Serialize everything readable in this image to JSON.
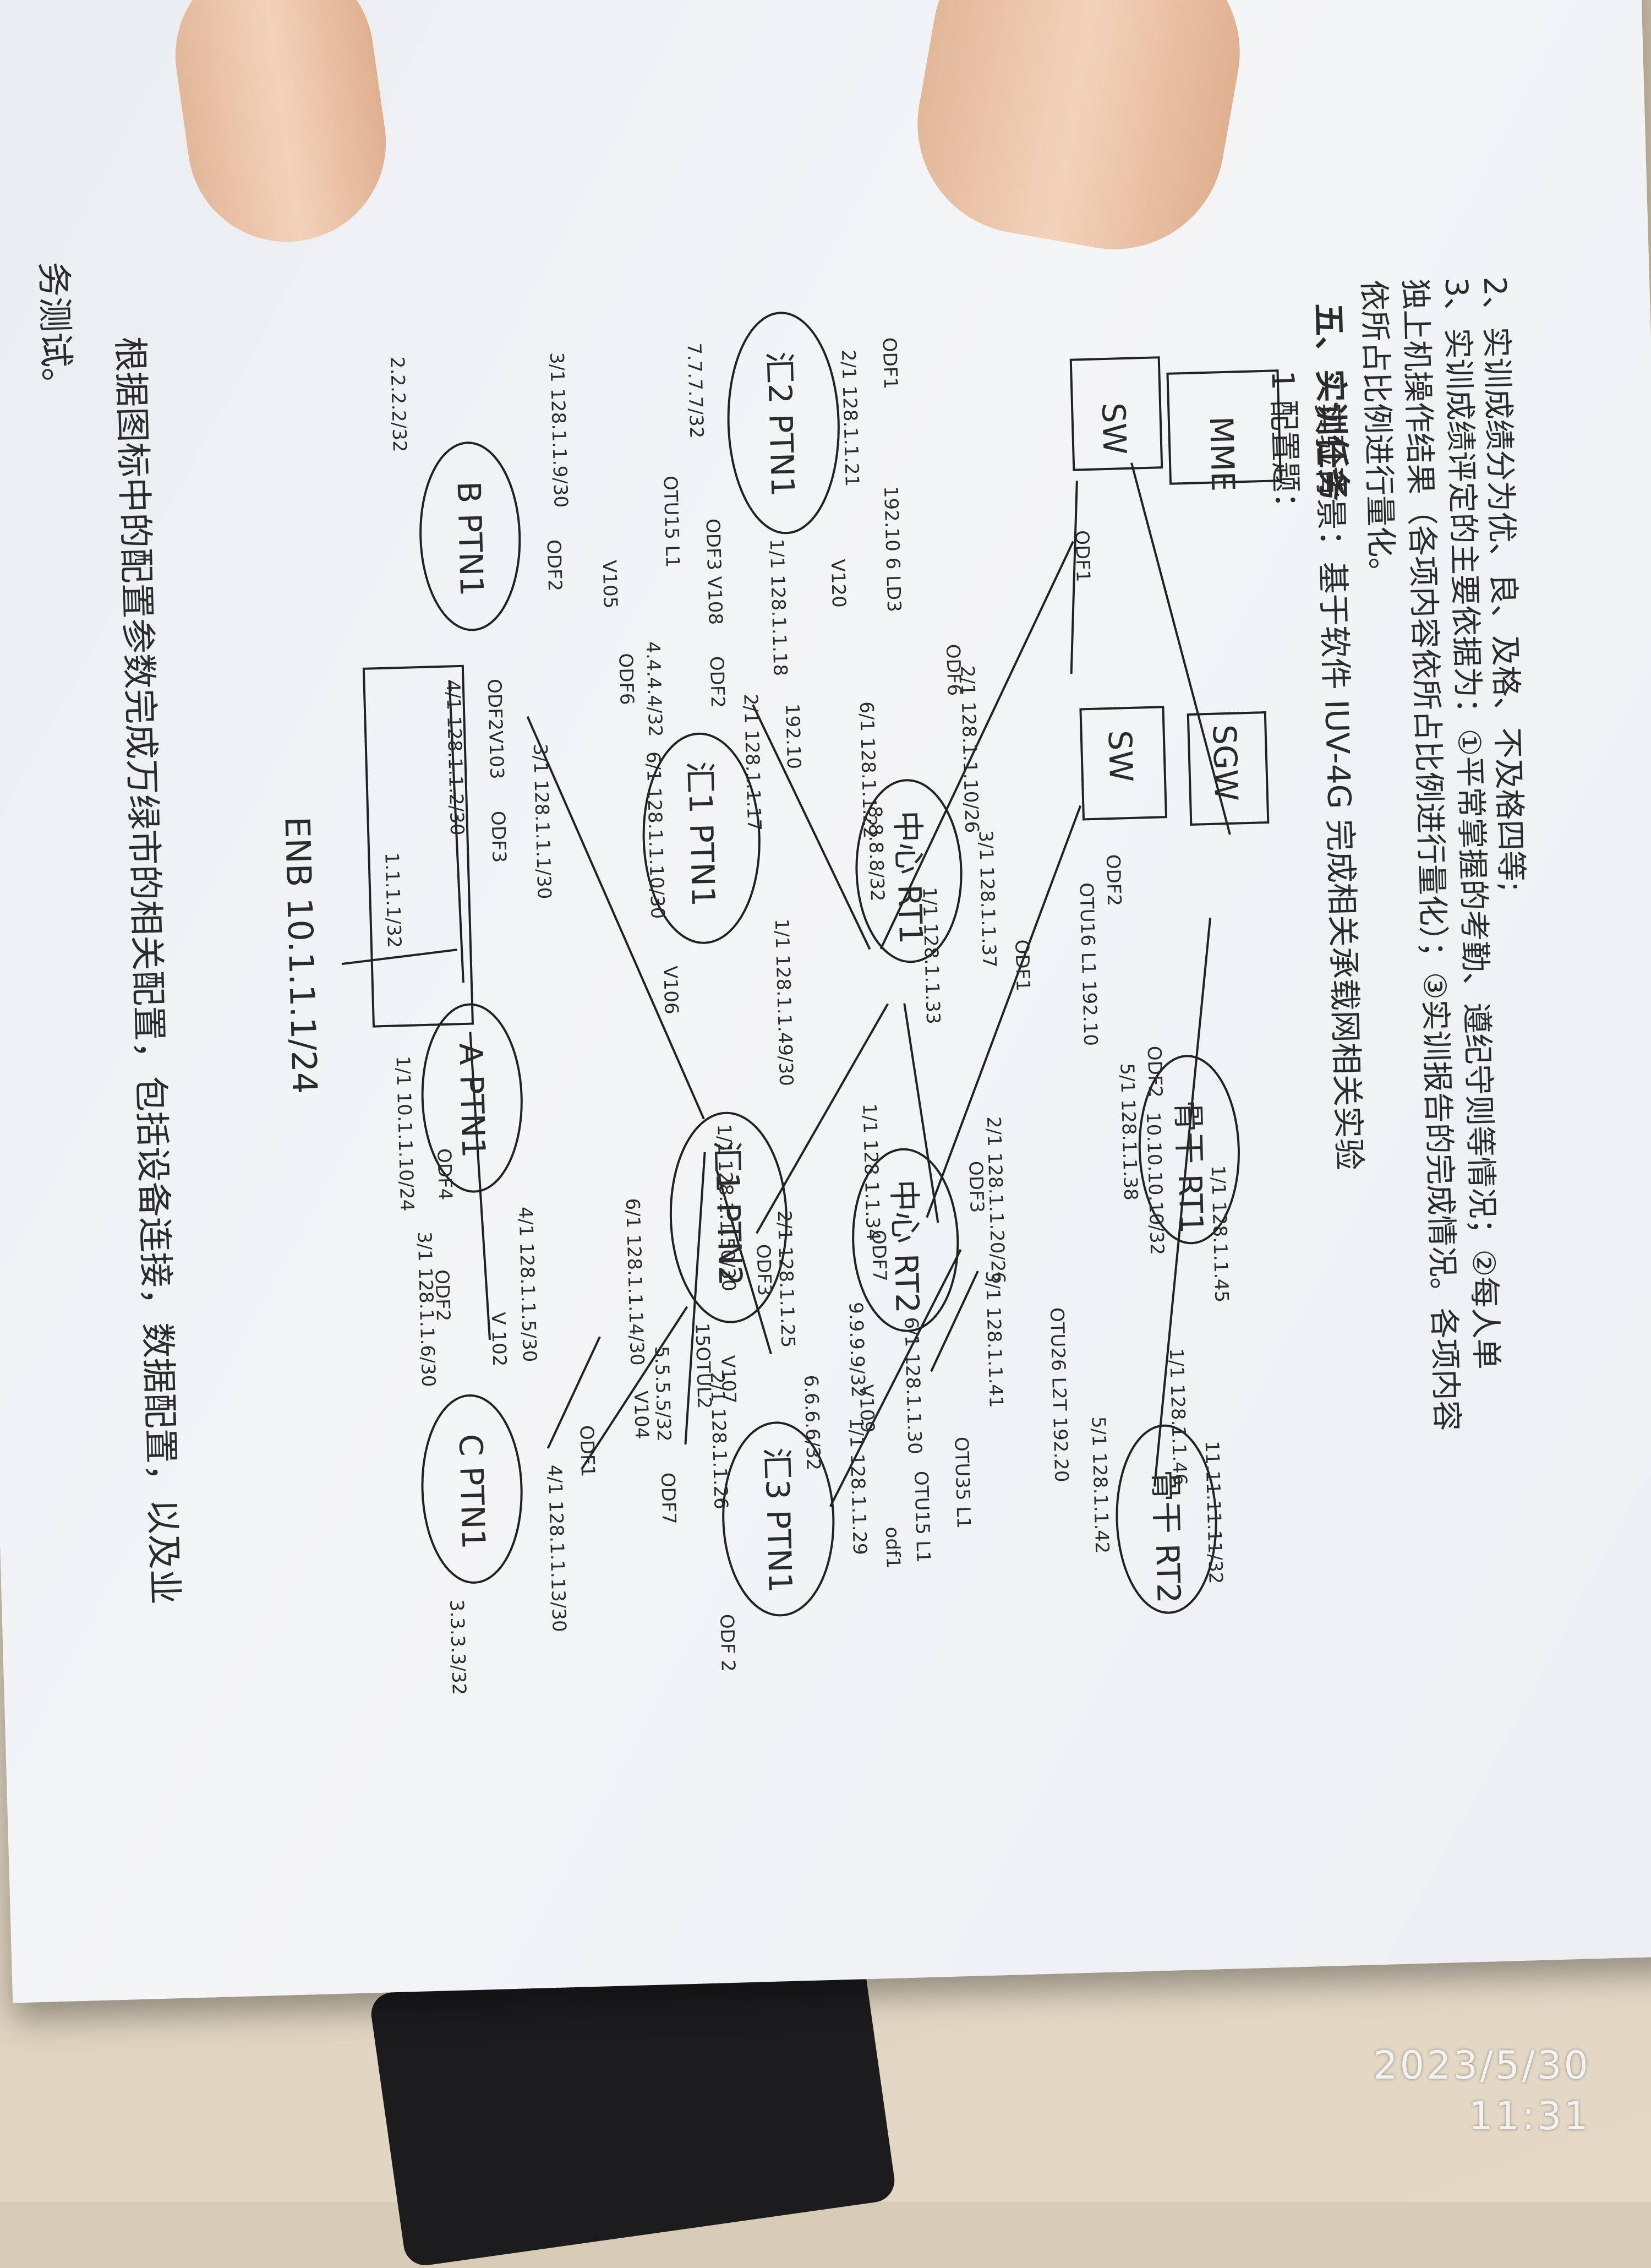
{
  "document": {
    "intro_line_2": "2、实训成绩分为优、良、及格、不及格四等;",
    "intro_line_3a": "3、实训成绩评定的主要依据为：①平常掌握的考勤、遵纪守则等情况；②每人单",
    "intro_line_3b": "独上机操作结果（各项内容依所占比例进行量化）；③实训报告的完成情况。各项内容",
    "intro_line_3c": "依所占比例进行量化。",
    "section_title": "五、实训任务",
    "subsection": "1 配置题：",
    "background": "实验背景：基于软件 IUV-4G 完成相关承载网相关实验",
    "task_line_1": "根据图标中的配置参数完成万绿市的相关配置，包括设备连接，数据配置，以及业",
    "task_line_2": "务测试。"
  },
  "diagram": {
    "nodes": {
      "mme": "MME",
      "sgw": "SGW",
      "sw1": "SW",
      "sw2": "SW",
      "gg_rt1": "骨干 RT1",
      "gg_rt2": "骨干 RT2",
      "zx_rt1": "中心 RT1",
      "zx_rt2": "中心 RT2",
      "h2_ptn1": "汇2 PTN1",
      "h1_ptn1": "汇1 PTN1",
      "h1_ptn2": "汇1 PTN2",
      "h3_ptn1": "汇3 PTN1",
      "b_ptn1": "B PTN1",
      "a_ptn1": "A PTN1",
      "c_ptn1": "C PTN1",
      "enb": "ENB 10.1.1.1/24"
    },
    "labels": {
      "gg_rt1_loop": "10.10.10.10/32",
      "gg_rt2_loop": "11.11.11.11/32",
      "zx_rt1_loop": "8.8.8.8/32",
      "zx_rt2_loop": "9.9.9.9/32",
      "h2_loop": "7.7.7.7/32",
      "h1p1_loop": "4.4.4.4/32",
      "h1p2_loop": "5.5.5.5/32",
      "h3_loop": "6.6.6.6/32",
      "b_loop": "2.2.2.2/32",
      "a_loop": "1.1.1.1/32",
      "c_loop": "3.3.3.3/32",
      "l_odf1_sw": "ODF1",
      "l_odf1_sgw": "ODF1",
      "l_odf2_sgw": "ODF2",
      "l_odf2_rt1": "ODF2",
      "l_otu16": "OTU16 L1  192.10",
      "l_gg1_p1": "1/1 128.1.1.45",
      "l_gg1_p5": "5/1 128.1.1.38",
      "l_gg2_p1": "1/1 128.1.1.46",
      "l_gg2_p5": "5/1 128.1.1.42",
      "l_otu26": "OTU26 L2T 192.20",
      "l_zx1_p2": "2/1 128.1.1.10/26",
      "l_zx1_p3": "3/1 128.1.1.37",
      "l_zx1_p1": "1/1 128.1.1.33",
      "l_zx1_p6": "6/1 128.1.1.22",
      "l_zx1_odf6": "ODF6",
      "l_zx2_p2": "2/1 128.1.1.20/26",
      "l_zx2_p1": "1/1 128.1.1.34",
      "l_zx2_p3": "3/1 128.1.1.41",
      "l_zx2_p6": "6/1 128.1.1.30",
      "l_zx2_odf3": "ODF3",
      "l_zx2_odf7": "ODF7",
      "l_192_6": "192.10 6 LD3",
      "l_v120": "V120",
      "l_h2_odf1": "ODF1",
      "l_h2_p2": "2/1 128.1.1.21",
      "l_h2_p1": "1/1 128.1.1.18",
      "l_h2_odf3": "ODF3 V108",
      "l_h2_otu": "OTU15 L1",
      "l_h2_p3": "3/1 128.1.1.9/30",
      "l_h2_odf2": "ODF2",
      "l_h1p1_p2": "2/1 128.1.1.17",
      "l_h1p1_19210": "192.10",
      "l_h1p1_odf2": "ODF2",
      "l_h1p1_odf6": "ODF6",
      "l_h1p1_p6": "6/1 128.1.1.10/30",
      "l_h1p1_p1": "1/1 128.1.1.49/30",
      "l_v105": "V105",
      "l_v106": "V106",
      "l_h1p2_p1": "1/1 128.1.1.50/30",
      "l_h1p2_p2": "2/1 128.1.1.25",
      "l_h1p2_p6": "6/1 128.1.1.14/30",
      "l_h1p2_odf3": "ODF3",
      "l_h1p2_otu": "15OTUL2",
      "l_v107": "V107",
      "l_v104": "V104",
      "l_h3_p2": "2/1 128.1.1.26",
      "l_h3_p1": "1/1 128.1.1.29",
      "l_h3_odf2": "ODF 2",
      "l_h3_odf7": "ODF7",
      "l_v109": "V109",
      "l_otu35": "OTU35 L1",
      "l_otu15": "OTU15 L1",
      "l_odf1_small": "odf1",
      "l_b_p4": "4/1 128.1.1.2/30",
      "l_b_odf2": "ODF2V103",
      "l_a_p3": "3/1 128.1.1.1/30",
      "l_a_odf3": "ODF3",
      "l_a_p4": "4/1 128.1.1.5/30",
      "l_a_v102": "V 102",
      "l_a_p1": "1/1 10.1.1.10/24",
      "l_a_odf4": "ODF4",
      "l_c_p3": "3/1 128.1.1.6/30",
      "l_c_odf2": "ODF2",
      "l_c_odf1": "ODF1",
      "l_c_p4": "4/1 128.1.1.13/30"
    }
  },
  "timestamp": {
    "date": "2023/5/30",
    "time": "11:31"
  }
}
